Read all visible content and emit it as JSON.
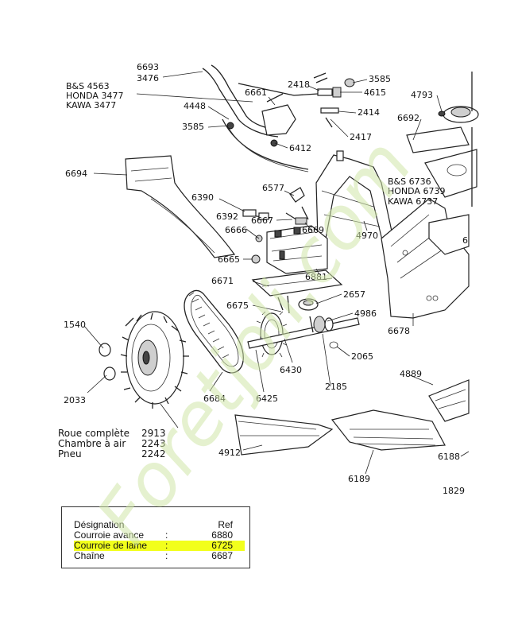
{
  "labels": {
    "l6693": "6693",
    "l3476": "3476",
    "bs4563": "B&S 4563",
    "honda3477": "HONDA 3477",
    "kawa3477": "KAWA 3477",
    "l4448": "4448",
    "l3585a": "3585",
    "l6661": "6661",
    "l2418": "2418",
    "l3585b": "3585",
    "l4615": "4615",
    "l2414": "2414",
    "l2417": "2417",
    "l6412": "6412",
    "l4793": "4793",
    "l6692": "6692",
    "l6694": "6694",
    "l6577": "6577",
    "l6390": "6390",
    "l6392": "6392",
    "l6667": "6667",
    "l6669": "6669",
    "l6666": "6666",
    "l6665": "6665",
    "l4970": "4970",
    "bs6736": "B&S 6736",
    "honda6739": "HONDA 6739",
    "kawa6737": "KAWA 6737",
    "l6881": "6881",
    "l6671": "6671",
    "l2657": "2657",
    "l6675": "6675",
    "l4986": "4986",
    "l6678": "6678",
    "l1540": "1540",
    "l2065": "2065",
    "l6430": "6430",
    "l2185": "2185",
    "l4889": "4889",
    "l2033": "2033",
    "l6684": "6684",
    "l6425": "6425",
    "l4912": "4912",
    "l6188": "6188",
    "l6189": "6189",
    "l1829": "1829",
    "l6": "6"
  },
  "wheel": {
    "roue_name": "Roue complète",
    "roue_ref": "2913",
    "chambre_name": "Chambre à air",
    "chambre_ref": "2243",
    "pneu_name": "Pneu",
    "pneu_ref": "2242"
  },
  "legend": {
    "header_name": "Désignation",
    "header_ref": "Ref",
    "rows": [
      {
        "name": "Courroie avance",
        "sep": ":",
        "ref": "6880"
      },
      {
        "name": "Courroie de lame",
        "sep": ":",
        "ref": "6725"
      },
      {
        "name": "Chaîne",
        "sep": ":",
        "ref": "6687"
      }
    ]
  },
  "watermark_text": "Foretjoli.com",
  "colors": {
    "highlight": "#f2ff1c",
    "watermark": "#cfe6a8"
  }
}
